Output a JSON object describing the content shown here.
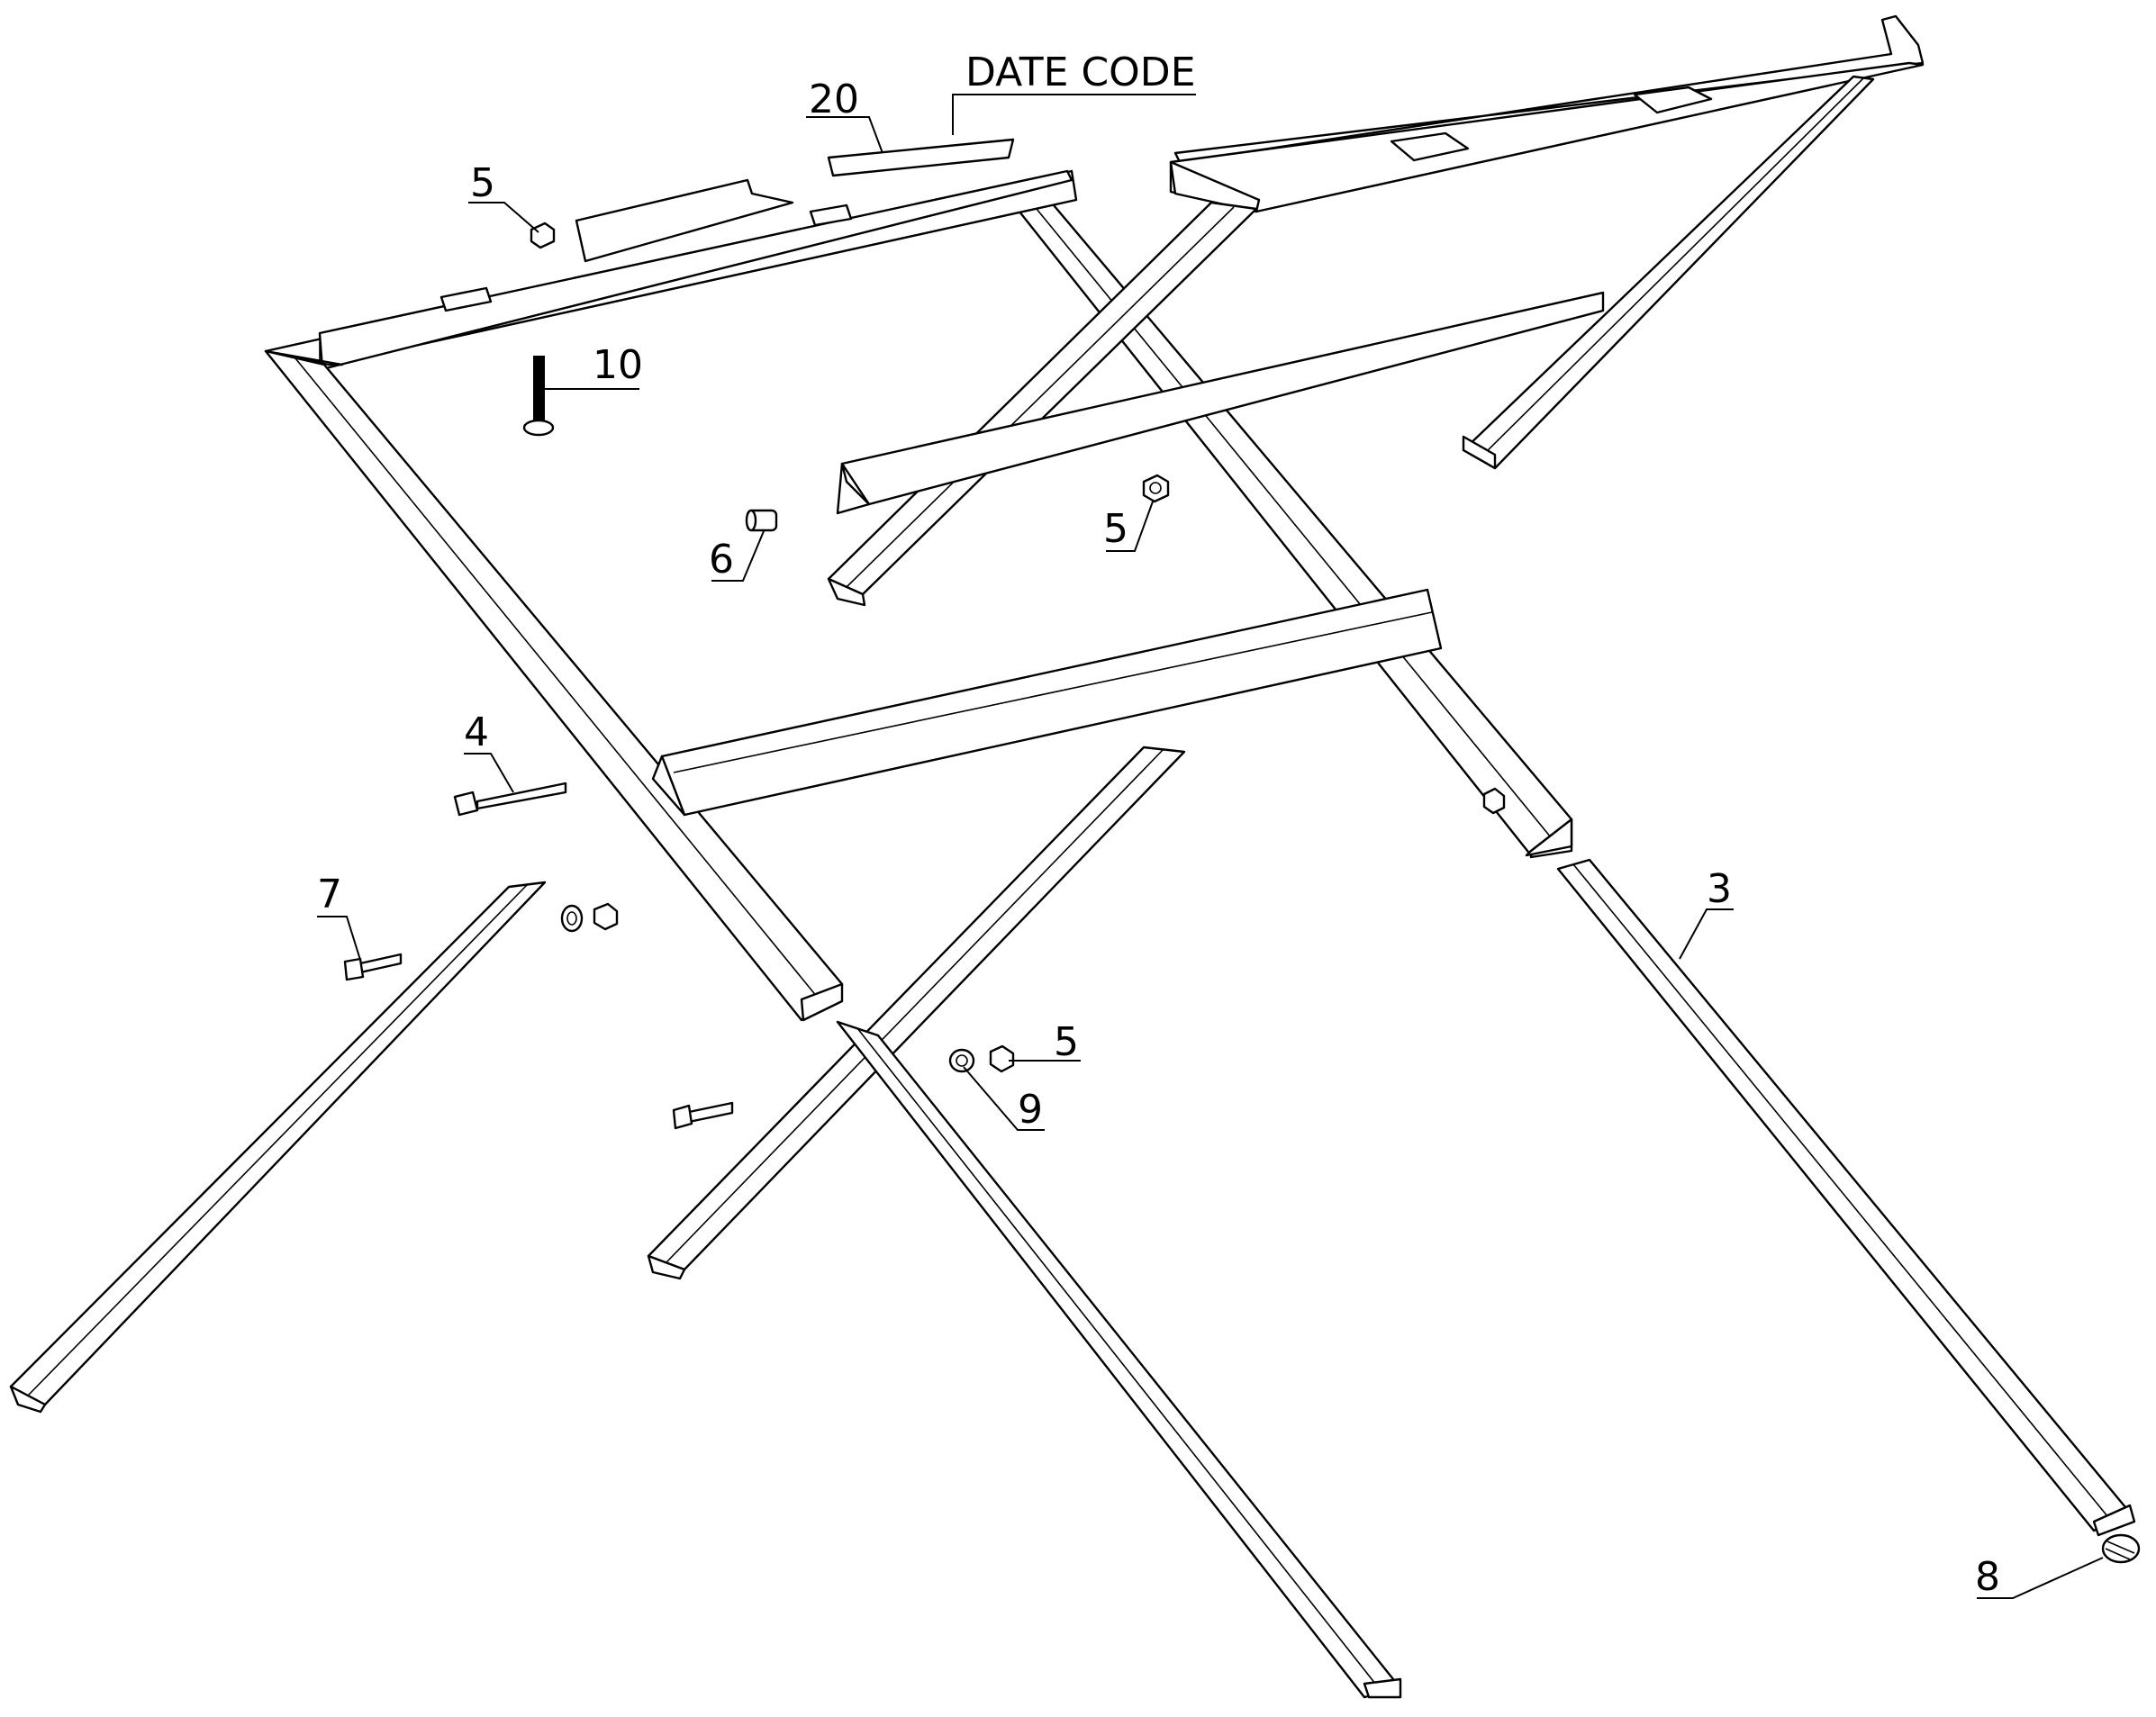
{
  "callouts": {
    "c20": "20",
    "date_code": "DATE CODE",
    "c5a": "5",
    "c10": "10",
    "c6": "6",
    "c5b": "5",
    "c4": "4",
    "c7": "7",
    "c5c": "5",
    "c9": "9",
    "c3": "3",
    "c8": "8"
  }
}
